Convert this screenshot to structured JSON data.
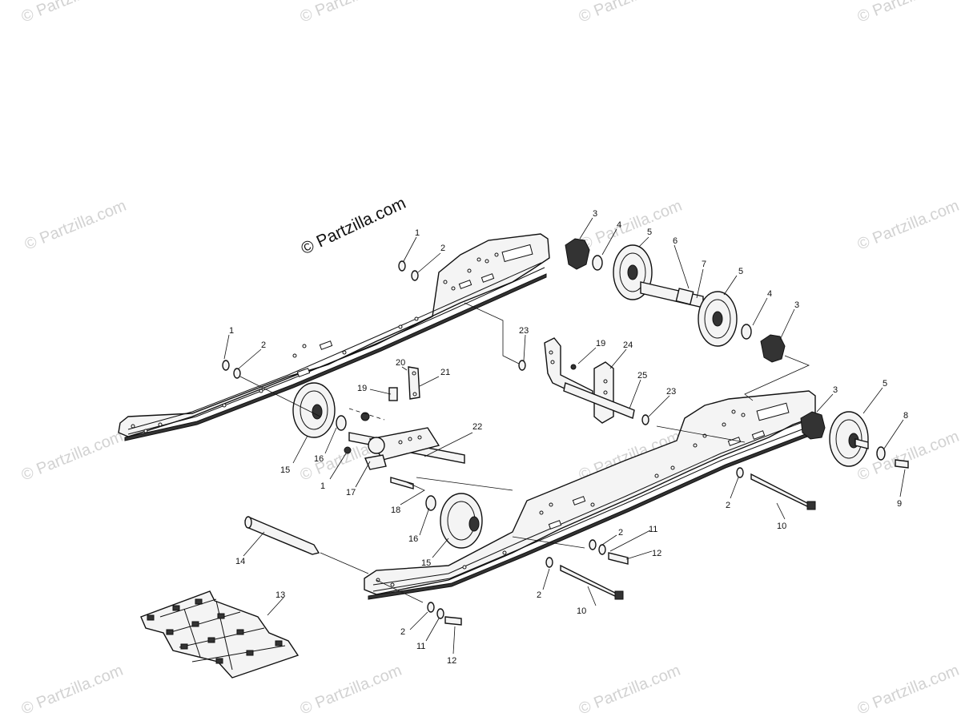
{
  "watermark_text": "© Partzilla.com",
  "brand_text": "© Partzilla.com",
  "callouts": [
    "1",
    "2",
    "3",
    "4",
    "5",
    "6",
    "7",
    "8",
    "9",
    "10",
    "11",
    "12",
    "13",
    "14",
    "15",
    "16",
    "17",
    "18",
    "19",
    "20",
    "21",
    "22",
    "23",
    "24",
    "25"
  ]
}
